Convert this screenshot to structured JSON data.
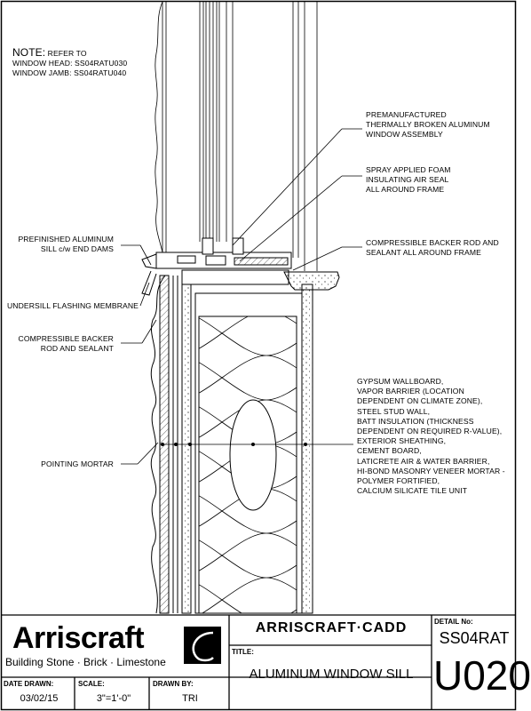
{
  "note": {
    "heading": "NOTE:",
    "heading_rest": "REFER TO",
    "line2": "WINDOW HEAD: SS04RATU030",
    "line3": "WINDOW JAMB: SS04RATU040"
  },
  "callouts": {
    "premanufactured": [
      "PREMANUFACTURED",
      "THERMALLY BROKEN ALUMINUM",
      "WINDOW ASSEMBLY"
    ],
    "spray_foam": [
      "SPRAY APPLIED FOAM",
      "INSULATING AIR SEAL",
      "ALL AROUND FRAME"
    ],
    "backer_rod_frame": [
      "COMPRESSIBLE BACKER ROD AND",
      "SEALANT ALL AROUND FRAME"
    ],
    "sill": [
      "PREFINISHED ALUMINUM",
      "SILL c/w END DAMS"
    ],
    "flashing": [
      "UNDERSILL FLASHING MEMBRANE"
    ],
    "backer_rod": [
      "COMPRESSIBLE BACKER",
      "ROD AND SEALANT"
    ],
    "mortar": [
      "POINTING MORTAR"
    ],
    "wall_assembly": [
      "GYPSUM WALLBOARD,",
      "VAPOR BARRIER (LOCATION",
      "DEPENDENT ON CLIMATE ZONE),",
      "STEEL STUD WALL,",
      "BATT INSULATION (THICKNESS",
      "DEPENDENT ON REQUIRED R-VALUE),",
      "EXTERIOR SHEATHING,",
      "CEMENT BOARD,",
      "LATICRETE AIR & WATER BARRIER,",
      "HI-BOND MASONRY VENEER MORTAR -",
      "POLYMER FORTIFIED,",
      "CALCIUM SILICATE TILE UNIT"
    ]
  },
  "title_block": {
    "logo": "Arriscraft",
    "tagline": "Building Stone · Brick · Limestone",
    "cad_title": "ARRISCRAFT·CADD",
    "title_label": "TITLE:",
    "title": "ALUMINUM WINDOW SILL",
    "detail_label": "DETAIL No:",
    "detail_series": "SS04RAT",
    "detail_number": "U020",
    "date_label": "DATE DRAWN:",
    "date": "03/02/15",
    "scale_label": "SCALE:",
    "scale": "3\"=1'-0\"",
    "drawn_label": "DRAWN BY:",
    "drawn": "TRI"
  }
}
